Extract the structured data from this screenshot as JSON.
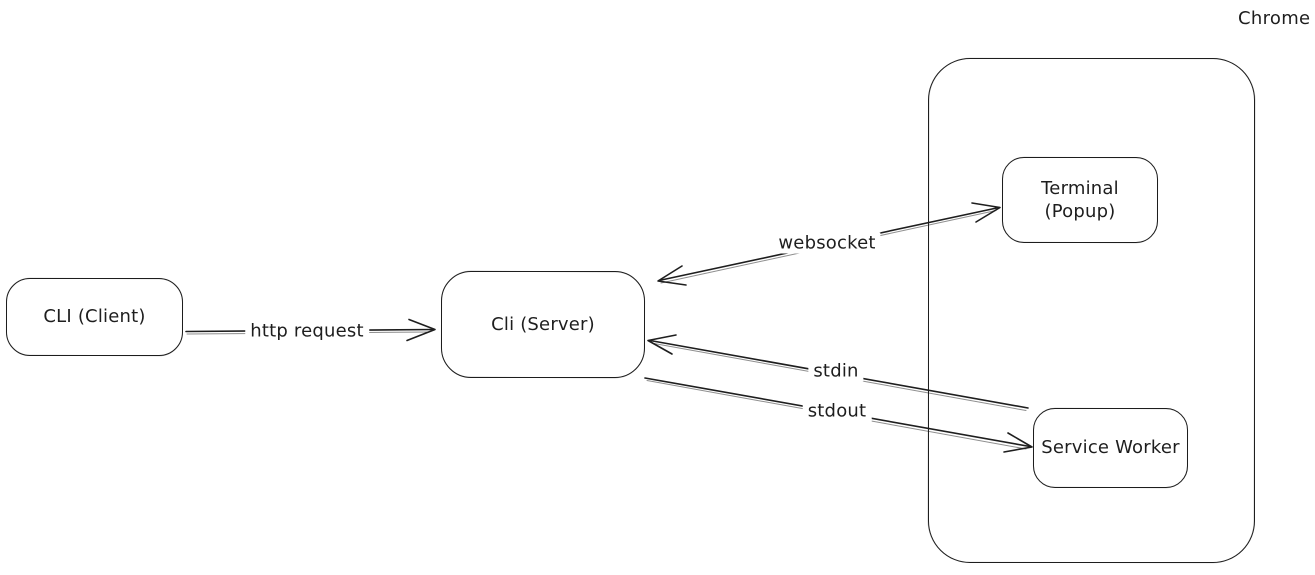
{
  "diagram": {
    "colors": {
      "stroke": "#1e1e1e",
      "background": "#ffffff"
    },
    "nodes": {
      "cli_client": {
        "label": "CLI (Client)"
      },
      "cli_server": {
        "label": "Cli (Server)"
      },
      "chrome": {
        "label": "Chrome"
      },
      "terminal_popup": {
        "label": "Terminal\n(Popup)"
      },
      "service_worker": {
        "label": "Service Worker"
      }
    },
    "edges": {
      "http_request": {
        "label": "http request",
        "from": "cli_client",
        "to": "cli_server",
        "arrows": "to"
      },
      "websocket": {
        "label": "websocket",
        "from": "cli_server",
        "to": "terminal_popup",
        "arrows": "both"
      },
      "stdin": {
        "label": "stdin",
        "from": "service_worker",
        "to": "cli_server",
        "arrows": "to"
      },
      "stdout": {
        "label": "stdout",
        "from": "cli_server",
        "to": "service_worker",
        "arrows": "to"
      }
    }
  }
}
